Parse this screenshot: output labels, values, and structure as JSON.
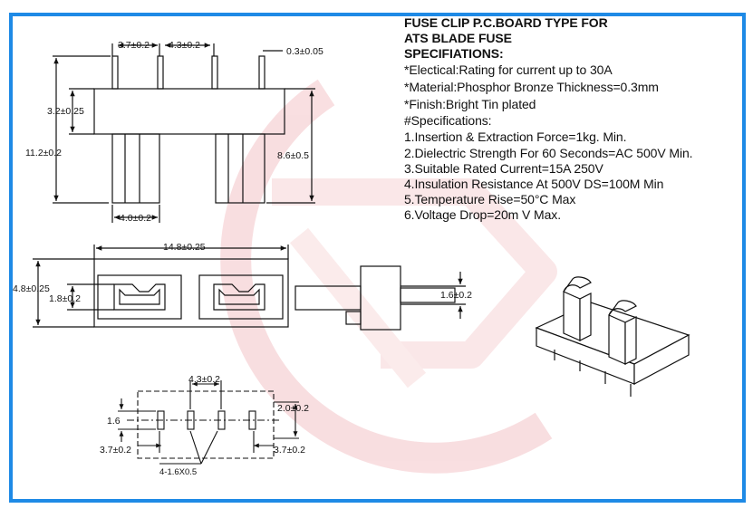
{
  "header": {
    "title_line1": "FUSE CLIP P.C.BOARD TYPE FOR",
    "title_line2": "ATS BLADE FUSE",
    "specs_heading": "SPECIFIATIONS:"
  },
  "specs": {
    "electrical": "*Electical:Rating for current up to 30A",
    "material": "*Material:Phosphor Bronze Thickness=0.3mm",
    "finish": "*Finish:Bright Tin plated",
    "sub_heading": "#Specifications:",
    "items": [
      "1.Insertion & Extraction Force=1kg. Min.",
      "2.Dielectric Strength For 60 Seconds=AC 500V Min.",
      "3.Suitable Rated Current=15A 250V",
      "4.Insulation Resistance At 500V DS=100M  Min",
      "5.Temperature Rise=50°C Max",
      "6.Voltage Drop=20m V Max."
    ]
  },
  "dimensions": {
    "front_pitch_a": "3.7±0.2",
    "front_pitch_b": "4.3±0.2",
    "pin_thickness": "0.3±0.05",
    "body_height": "3.2±0.25",
    "total_height": "11.2±0.2",
    "clip_height": "8.6±0.5",
    "clip_width": "4.0±0.2",
    "top_length": "14.8±0.25",
    "top_depth": "4.8±0.25",
    "top_slot": "1.8±0.2",
    "side_pin": "1.6±0.2",
    "pcb_pitch": "4.3±0.2",
    "pcb_row": "2.0±0.2",
    "pcb_hole": "1.6",
    "pcb_edge_left": "3.7±0.2",
    "pcb_edge_right": "3.7±0.2",
    "pcb_holes_note": "4-1.6X0.5"
  },
  "colors": {
    "frame": "#1e8ae6",
    "ink": "#111111",
    "watermark": "#f6c8cc"
  }
}
